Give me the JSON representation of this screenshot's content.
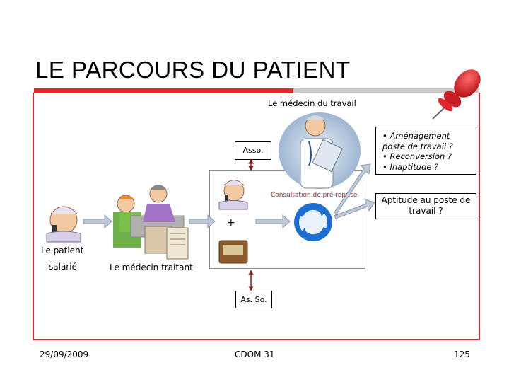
{
  "title": "LE PARCOURS DU PATIENT",
  "medecin_travail_label": "Le médecin du travail",
  "asso_label": "Asso.",
  "as_so_label": "As. So.",
  "consultation_label": "Consultation de pré reprise",
  "plus_label": "+",
  "outcomes": {
    "bullets": [
      "• Aménagement poste de travail ?",
      "• Reconversion ?",
      "• Inaptitude ?"
    ],
    "aptitude": "Aptitude au poste de travail ?"
  },
  "patient_label": "Le patient",
  "salarie_label": "salarié",
  "medecin_traitant_label": "Le médecin traitant",
  "footer": {
    "date": "29/09/2009",
    "center": "CDOM 31",
    "page": "125"
  },
  "colors": {
    "accent_red": "#e0262b",
    "consultation_text": "#c8102e",
    "arrow_fill": "#bfc9d6",
    "recycle_blue": "#1a6fd0"
  }
}
